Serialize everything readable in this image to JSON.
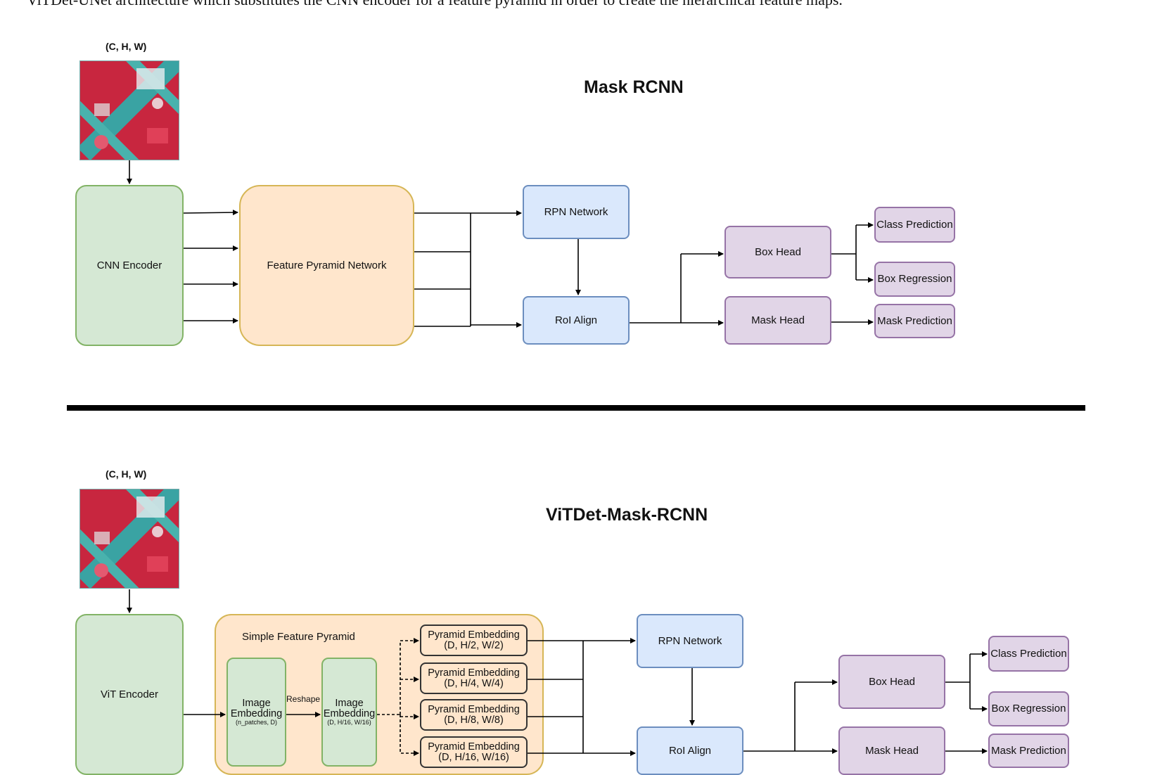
{
  "caption": "ViTDet-UNet architecture which substitutes the CNN encoder for a feature pyramid in order to create the hierarchical feature maps.",
  "top": {
    "title": "Mask RCNN",
    "input_label": "(C, H, W)",
    "encoder": "CNN Encoder",
    "fpn": "Feature Pyramid Network",
    "rpn": "RPN Network",
    "roi": "RoI Align",
    "box_head": "Box Head",
    "mask_head": "Mask Head",
    "class_pred": "Class Prediction",
    "box_reg": "Box Regression",
    "mask_pred": "Mask Prediction"
  },
  "bottom": {
    "title": "ViTDet-Mask-RCNN",
    "input_label": "(C, H, W)",
    "encoder": "ViT Encoder",
    "sfp_label": "Simple Feature Pyramid",
    "img_emb1_line1": "Image",
    "img_emb1_line2": "Embedding",
    "img_emb1_dims": "(n_patches, D)",
    "reshape": "Reshape",
    "img_emb2_line1": "Image",
    "img_emb2_line2": "Embedding",
    "img_emb2_dims": "(D, H/16, W/16)",
    "pyramid": [
      {
        "name": "Pyramid Embedding",
        "dims": "(D, H/2, W/2)"
      },
      {
        "name": "Pyramid Embedding",
        "dims": "(D, H/4, W/4)"
      },
      {
        "name": "Pyramid Embedding",
        "dims": "(D, H/8, W/8)"
      },
      {
        "name": "Pyramid Embedding",
        "dims": "(D, H/16, W/16)"
      }
    ],
    "rpn": "RPN Network",
    "roi": "RoI Align",
    "box_head": "Box Head",
    "mask_head": "Mask Head",
    "class_pred": "Class Prediction",
    "box_reg": "Box Regression",
    "mask_pred": "Mask Prediction"
  },
  "colors": {
    "encoder_fill": "#d5e8d4",
    "pyramid_fill": "#ffe6cc",
    "rpn_fill": "#dae8fc",
    "head_fill": "#e1d5e7"
  }
}
